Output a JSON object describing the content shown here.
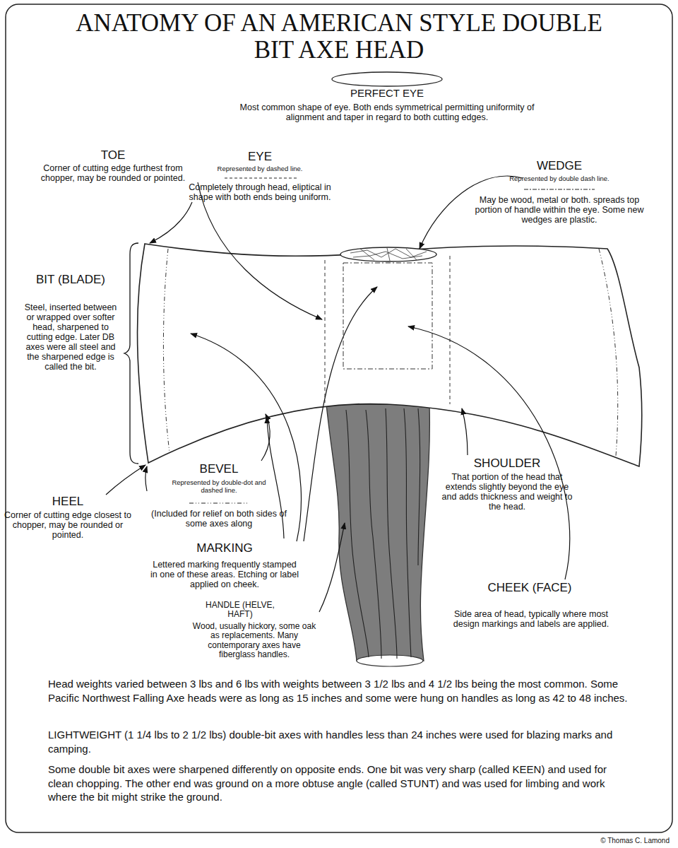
{
  "diagram": {
    "title": "ANATOMY OF AN AMERICAN STYLE DOUBLE BIT AXE HEAD",
    "labels": [
      "PERFECT EYE",
      "Most common shape of eye. Both ends symmetrical permitting uniformity of alignment and taper in regard to both cutting edges.",
      "TOE",
      "Corner of cutting edge furthest from chopper, may be rounded or pointed.",
      "EYE",
      "Represented by dashed line.",
      "Completely through head, eliptical in shape with both ends being uniform.",
      "WEDGE",
      "Represented by double dash line.",
      "May be wood, metal or both. spreads top portion of handle within the eye. Some new wedges are plastic.",
      "BIT (BLADE)",
      "Steel, inserted between or wrapped over softer head, sharpened to cutting edge. Later DB axes were all steel and the sharpened edge is called the bit.",
      "BEVEL",
      "Represented by double-dot and dashed line.",
      "(Included for relief on both sides of some axes along",
      "HEEL",
      "Corner of cutting edge closest to chopper, may be rounded or pointed.",
      "MARKING",
      "Lettered marking frequently stamped in one of these areas. Etching or label applied on cheek.",
      "HANDLE (HELVE, HAFT)",
      "Wood, usually hickory, some oak as replacements. Many contemporary axes have fiberglass handles.",
      "SHOULDER",
      "That portion of the head that extends slightly beyond the eye and adds thickness and weight to the head.",
      "CHEEK (FACE)",
      "Side area of head, typically where most design markings and labels are applied.",
      "Head weights varied between 3 lbs and 6 lbs with weights between 3 1/2 lbs and 4 1/2 lbs being the most common. Some Pacific Northwest Falling Axe heads were as long as 15 inches and some were hung on handles as long as 42 to 48 inches.",
      "LIGHTWEIGHT (1 1/4 lbs to 2 1/2 lbs) double-bit axes with handles less than 24 inches were used for blazing marks and camping.",
      "Some double bit axes were sharpened differently on opposite ends. One bit was very sharp (called KEEN) and used for clean chopping. The other end was ground on a more obtuse angle (called STUNT) and was used for limbing and work where the bit might strike the ground.",
      "© Thomas C. Lamond"
    ]
  }
}
